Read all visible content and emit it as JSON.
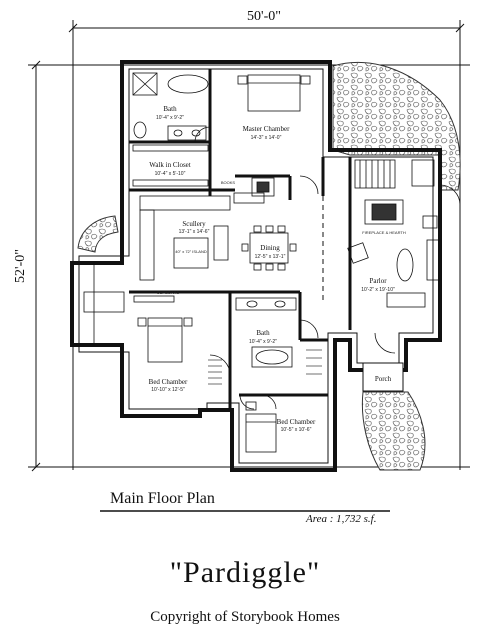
{
  "dimensions": {
    "width": "50'-0\"",
    "depth": "52'-0\""
  },
  "rooms": [
    {
      "id": "bath-upper",
      "name": "Bath",
      "size": "10'-4\" x 9'-2\""
    },
    {
      "id": "master",
      "name": "Master Chamber",
      "size": "14'-3\" x 14'-0\""
    },
    {
      "id": "walkin",
      "name": "Walk in Closet",
      "size": "10'-4\" x 5'-10\""
    },
    {
      "id": "scullery",
      "name": "Scullery",
      "size": "13'-1\" x 14'-6\""
    },
    {
      "id": "dining",
      "name": "Dining",
      "size": "12'-5\" x 13'-1\""
    },
    {
      "id": "parlor",
      "name": "Parlor",
      "size": "10'-2\" x 19'-10\""
    },
    {
      "id": "bath-lower",
      "name": "Bath",
      "size": "10'-4\" x 9'-2\""
    },
    {
      "id": "bed1",
      "name": "Bed Chamber",
      "size": "10'-10\" x 12'-5\""
    },
    {
      "id": "bed2",
      "name": "Bed Chamber",
      "size": "10'-5\" x 10'-6\""
    },
    {
      "id": "porch",
      "name": "Porch",
      "size": ""
    }
  ],
  "notes": {
    "island": "40\" x 72\" ISLAND",
    "fireplace": "FIREPLACE & HEARTH",
    "books": "BOOKS",
    "cupboard": "CUPBOARD"
  },
  "caption": "Main Floor Plan",
  "area": "Area : 1,732 s.f.",
  "house_name": "\"Pardiggle\"",
  "copyright": "Copyright of Storybook Homes"
}
